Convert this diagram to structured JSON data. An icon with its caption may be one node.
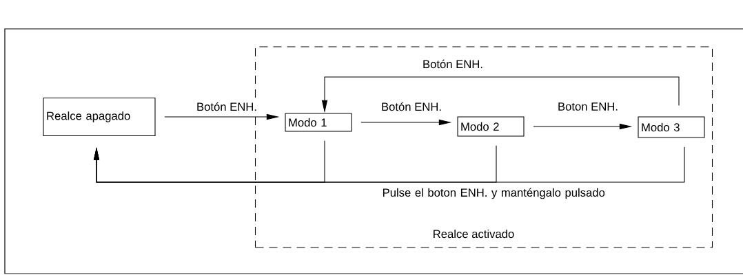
{
  "diagram": {
    "nodes": [
      {
        "text": [
          "Realce apagado"
        ]
      },
      {
        "text": [
          "Realce activado"
        ]
      },
      {
        "text": [
          "Modo 1"
        ],
        "in": 1
      },
      {
        "text": [
          "Modo 2"
        ],
        "in": 1
      },
      {
        "text": [
          "Modo 3"
        ],
        "in": 1
      }
    ],
    "edges": [
      {
        "from": 0,
        "to": 2,
        "arrow": "to",
        "label": "Botón ENH."
      },
      {
        "from": 2,
        "to": 3,
        "arrow": "to",
        "label": "Botón ENH."
      },
      {
        "from": 3,
        "to": 4,
        "arrow": "to",
        "label": "Boton ENH."
      },
      {
        "from": 4,
        "to": 2,
        "arrow": "to",
        "label": "Botón ENH."
      },
      {
        "from": 2,
        "to": 0,
        "arrow": "to"
      },
      {
        "from": 3,
        "to": 0,
        "arrow": "to"
      },
      {
        "from": 4,
        "to": 0,
        "arrow": "to",
        "label": "Pulse el boton ENH. y manténgalo pulsado"
      }
    ]
  }
}
